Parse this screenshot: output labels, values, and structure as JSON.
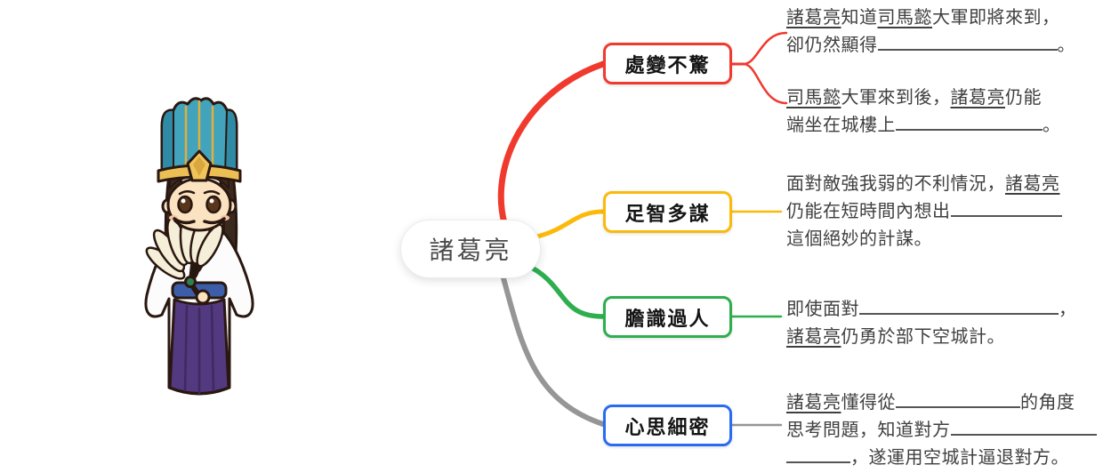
{
  "central": {
    "label": "諸葛亮"
  },
  "illustration": {
    "name": "zhuge-liang-cartoon-character"
  },
  "branches": [
    {
      "label": "處變不驚",
      "box_color": "#f03a2e",
      "line_color": "#f03a2e",
      "notes": [
        {
          "lines": [
            [
              {
                "t": "諸葛亮",
                "u": true
              },
              {
                "t": "知道"
              },
              {
                "t": "司馬懿",
                "u": true
              },
              {
                "t": "大軍即將來到，"
              }
            ],
            [
              {
                "t": "卻仍然顯得"
              },
              {
                "blank": 202
              },
              {
                "t": "。"
              }
            ]
          ]
        },
        {
          "lines": [
            [
              {
                "t": "司馬懿",
                "u": true
              },
              {
                "t": "大軍來到後，"
              },
              {
                "t": "諸葛亮",
                "u": true
              },
              {
                "t": "仍能"
              }
            ],
            [
              {
                "t": "端坐在城樓上"
              },
              {
                "blank": 165
              },
              {
                "t": "。"
              }
            ]
          ]
        }
      ]
    },
    {
      "label": "足智多謀",
      "box_color": "#fbba0b",
      "line_color": "#fbba0b",
      "notes": [
        {
          "lines": [
            [
              {
                "t": "面對敵強我弱的不利情況，"
              },
              {
                "t": "諸葛亮",
                "u": true
              }
            ],
            [
              {
                "t": "仍能在短時間內想出"
              },
              {
                "blank": 125
              }
            ],
            [
              {
                "t": "這個絕妙的計謀。"
              }
            ]
          ]
        }
      ]
    },
    {
      "label": "膽識過人",
      "box_color": "#2eae4e",
      "line_color": "#2eae4e",
      "notes": [
        {
          "lines": [
            [
              {
                "t": "即使面對"
              },
              {
                "blank": 224
              },
              {
                "t": "，"
              }
            ],
            [
              {
                "t": "諸葛亮",
                "u": true
              },
              {
                "t": "仍勇於部下空城計。"
              }
            ]
          ]
        }
      ]
    },
    {
      "label": "心思細密",
      "box_color": "#2a6bf2",
      "line_color": "#969696",
      "notes": [
        {
          "lines": [
            [
              {
                "t": "諸葛亮",
                "u": true
              },
              {
                "t": "懂得從"
              },
              {
                "blank": 140
              },
              {
                "t": "的角度"
              }
            ],
            [
              {
                "t": "思考問題，知道對方"
              },
              {
                "blank": 164
              }
            ],
            [
              {
                "blank": 72
              },
              {
                "t": "，遂運用空城計逼退對方。"
              }
            ]
          ]
        }
      ]
    }
  ]
}
